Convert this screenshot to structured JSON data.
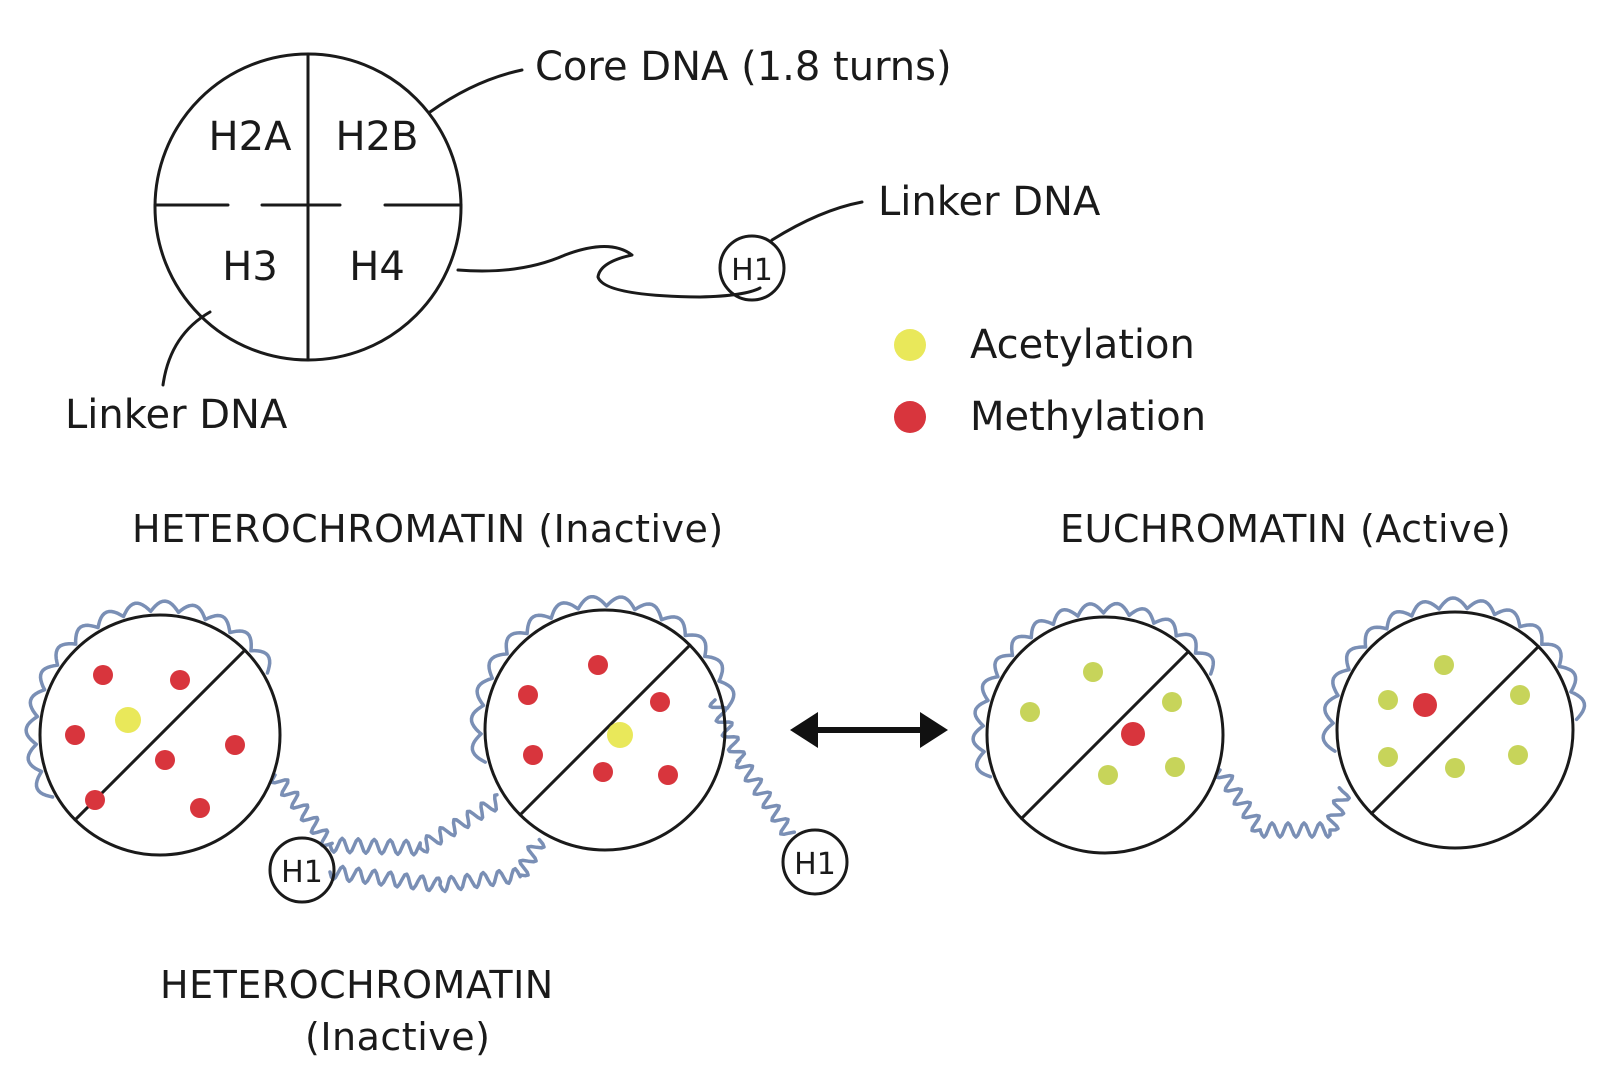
{
  "nucleosome": {
    "core_dna_label": "Core DNA (1.8 turns)",
    "linker_dna_top_label": "Linker DNA",
    "linker_dna_bottom_label": "Linker DNA",
    "histones": [
      "H2A",
      "H2B",
      "H3",
      "H4"
    ],
    "h1_label": "H1"
  },
  "legend": {
    "items": [
      {
        "label": "Acetylation",
        "color": "#e9e85a"
      },
      {
        "label": "Methylation",
        "color": "#d8353d"
      }
    ]
  },
  "headings": {
    "heterochromatin_top": "HETEROCHROMATIN (Inactive)",
    "euchromatin": "EUCHROMATIN (Active)",
    "heterochromatin_bottom_line1": "HETEROCHROMATIN",
    "heterochromatin_bottom_line2": "(Inactive)"
  },
  "h1_labels": [
    "H1",
    "H1"
  ],
  "colors": {
    "ink": "#1a1a1a",
    "dna_wave": "#7a8fb5",
    "acetylation": "#e9e85a",
    "acetylation_euchromatin": "#c7d45a",
    "methylation": "#d8353d",
    "arrow": "#111111"
  }
}
